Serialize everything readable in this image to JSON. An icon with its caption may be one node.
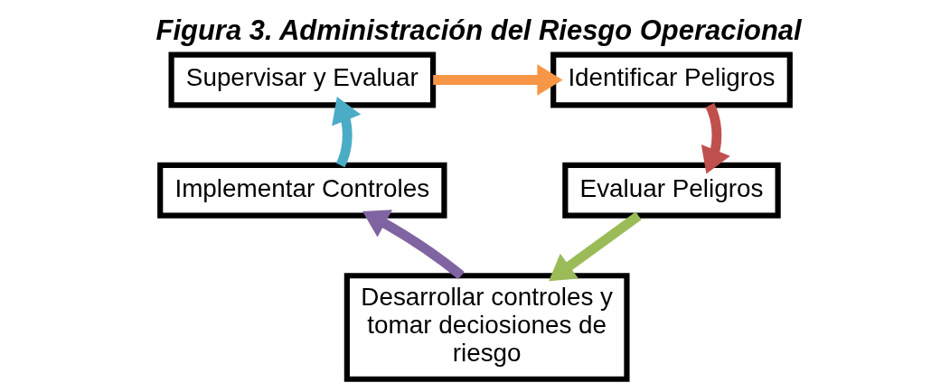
{
  "diagram": {
    "title": "Figura 3. Administración del Riesgo Operacional",
    "nodes": [
      {
        "text": [
          "Supervisar y Evaluar"
        ]
      },
      {
        "text": [
          "Identificar Peligros"
        ]
      },
      {
        "text": [
          "Evaluar Peligros"
        ]
      },
      {
        "text": [
          "Desarrollar controles y tomar deciosiones de riesgo"
        ]
      },
      {
        "text": [
          "Implementar Controles"
        ]
      }
    ],
    "edges": [
      {
        "from": 0,
        "to": 1,
        "arrow": "to",
        "color": "#f79646"
      },
      {
        "from": 1,
        "to": 2,
        "arrow": "to",
        "color": "#c0504d"
      },
      {
        "from": 2,
        "to": 3,
        "arrow": "to",
        "color": "#9bbb59"
      },
      {
        "from": 3,
        "to": 4,
        "arrow": "to",
        "color": "#8064a2"
      },
      {
        "from": 4,
        "to": 0,
        "arrow": "to",
        "color": "#4bacc6"
      }
    ]
  }
}
